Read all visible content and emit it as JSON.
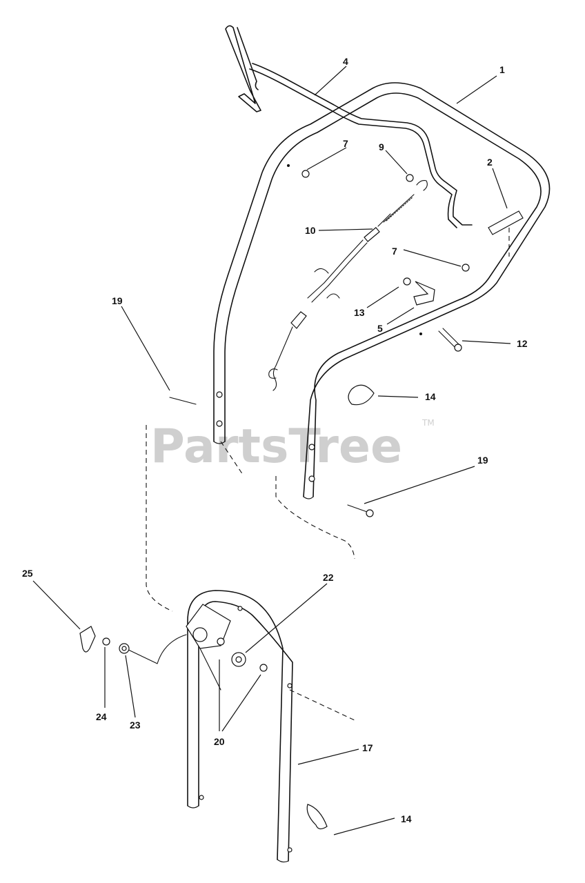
{
  "watermark": {
    "brand": "PartsTree",
    "tm": "TM"
  },
  "callouts": [
    {
      "key": "c1",
      "label": "1"
    },
    {
      "key": "c2",
      "label": "2"
    },
    {
      "key": "c4",
      "label": "4"
    },
    {
      "key": "c5",
      "label": "5"
    },
    {
      "key": "c7a",
      "label": "7"
    },
    {
      "key": "c7b",
      "label": "7"
    },
    {
      "key": "c9",
      "label": "9"
    },
    {
      "key": "c10",
      "label": "10"
    },
    {
      "key": "c12",
      "label": "12"
    },
    {
      "key": "c13",
      "label": "13"
    },
    {
      "key": "c14a",
      "label": "14"
    },
    {
      "key": "c14b",
      "label": "14"
    },
    {
      "key": "c17",
      "label": "17"
    },
    {
      "key": "c19a",
      "label": "19"
    },
    {
      "key": "c19b",
      "label": "19"
    },
    {
      "key": "c20",
      "label": "20"
    },
    {
      "key": "c22",
      "label": "22"
    },
    {
      "key": "c23",
      "label": "23"
    },
    {
      "key": "c24",
      "label": "24"
    },
    {
      "key": "c25",
      "label": "25"
    }
  ]
}
